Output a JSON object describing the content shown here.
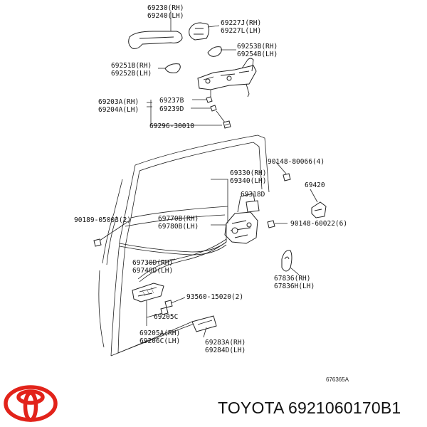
{
  "labels": {
    "l69230": "69230(RH)",
    "l69240": "69240(LH)",
    "l69227j": "69227J(RH)",
    "l69227l": "69227L(LH)",
    "l69253b": "69253B(RH)",
    "l69254b": "69254B(LH)",
    "l69251b": "69251B(RH)",
    "l69252b": "69252B(LH)",
    "l69203a": "69203A(RH)",
    "l69204a": "69204A(LH)",
    "l69237b": "69237B",
    "l69239d": "69239D",
    "l69296": "69296-30010",
    "l90148_66": "90148-80066(4)",
    "l69330": "69330(RH)",
    "l69340": "69340(LH)",
    "l69318d": "69318D",
    "l69420": "69420",
    "l90189": "90189-05003(2)",
    "l69770b": "69770B(RH)",
    "l69780b": "69780B(LH)",
    "l90148_22": "90148-60022(6)",
    "l69730d": "69730D(RH)",
    "l69740d": "69740D(LH)",
    "l67836": "67836(RH)",
    "l67836h": "67836H(LH)",
    "l93560": "93560-15020(2)",
    "l69205c": "69205C",
    "l69205a": "69205A(RH)",
    "l69206c": "69206C(LH)",
    "l69283a": "69283A(RH)",
    "l69284d": "69284D(LH)"
  },
  "reference_code": "676365A",
  "brand_caption": "TOYOTA 6921060170B1",
  "colors": {
    "logo": "#e2231a",
    "ink": "#111111"
  },
  "logo_icon": "toyota-emblem-icon"
}
